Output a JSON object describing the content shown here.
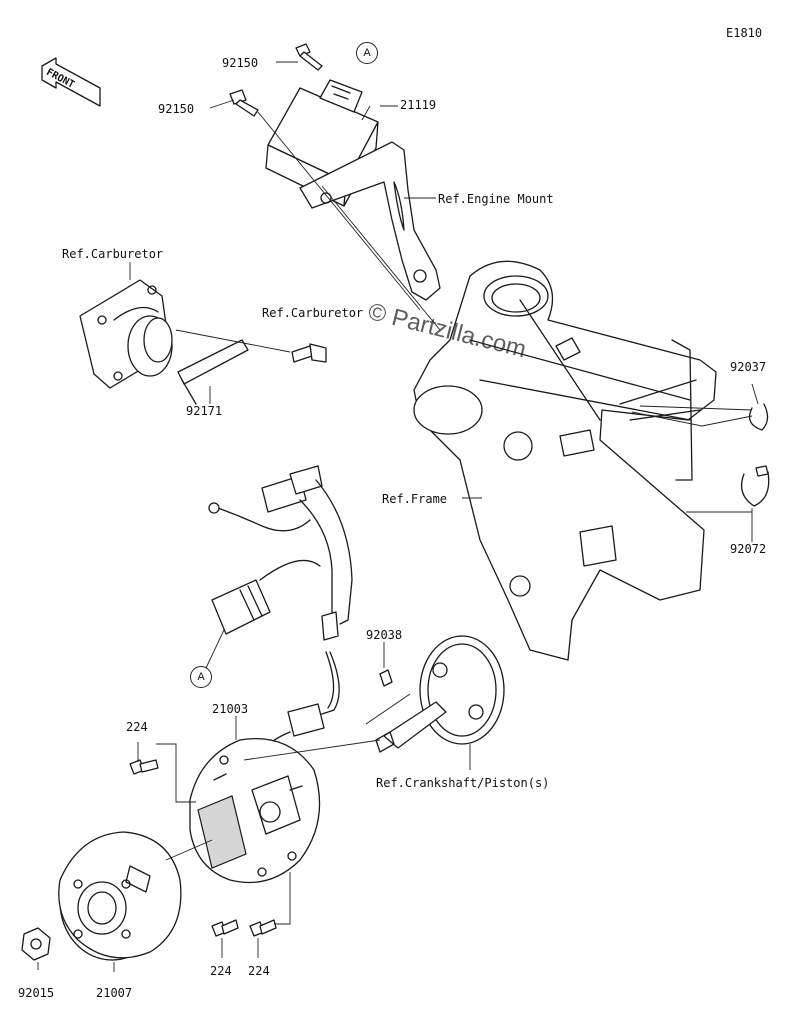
{
  "diagram_code": "E1810",
  "front_label": "FRONT",
  "watermark": "© Partzilla.com",
  "callout_letter": "A",
  "parts": {
    "bolt_upper": "92150",
    "bolt_lower": "92150",
    "cdi_unit": "21119",
    "ref_engine_mount": "Ref.Engine Mount",
    "ref_carburetor_left": "Ref.Carburetor",
    "ref_carburetor_right": "Ref.Carburetor",
    "bracket_92171": "92171",
    "clamp_92037": "92037",
    "ref_frame": "Ref.Frame",
    "clamp_92072": "92072",
    "key_92038": "92038",
    "stator": "21003",
    "screw_224_top": "224",
    "ref_crankshaft": "Ref.Crankshaft/Piston(s)",
    "screw_224_bottom_left": "224",
    "screw_224_bottom_right": "224",
    "nut_92015": "92015",
    "rotor": "21007"
  }
}
